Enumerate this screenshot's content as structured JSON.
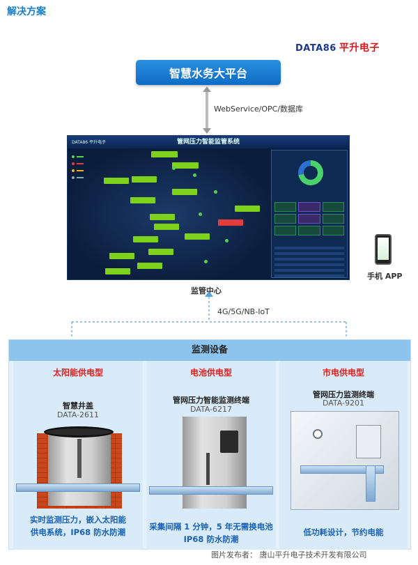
{
  "header": {
    "title": "解决方案"
  },
  "logo": {
    "brand": "DATA86",
    "cn": "平升电子"
  },
  "platform": {
    "label": "智慧水务大平台"
  },
  "protocol": {
    "label": "WebService/OPC/数据库"
  },
  "screen": {
    "title": "管网压力智能监管系统",
    "brand": "DATA86 平升电子"
  },
  "monitor_center": {
    "label": "监管中心"
  },
  "phone": {
    "label": "手机 APP"
  },
  "network": {
    "label": "4G/5G/NB-IoT"
  },
  "devices": {
    "heading": "监测设备",
    "columns": [
      {
        "type": "太阳能供电型",
        "product": "智慧井盖",
        "model": "DATA-2611",
        "caption_1": "实时监测压力，嵌入太阳能",
        "caption_2": "供电系统，IP68 防水防潮"
      },
      {
        "type": "电池供电型",
        "product": "管网压力智能监测终端",
        "model": "DATA-6217",
        "caption_1": "采集间隔 1 分钟，5 年无需换电池",
        "caption_2": "IP68 防水防潮"
      },
      {
        "type": "市电供电型",
        "product": "管网压力监测终端",
        "model": "DATA-9201",
        "caption_1": "低功耗设计，节约电能",
        "caption_2": ""
      }
    ]
  },
  "footer": {
    "text": "图片发布者： 唐山平升电子技术开发有限公司"
  },
  "colors": {
    "accent": "#1a7fc8",
    "alert": "#e0201e",
    "caption": "#1761b8"
  }
}
